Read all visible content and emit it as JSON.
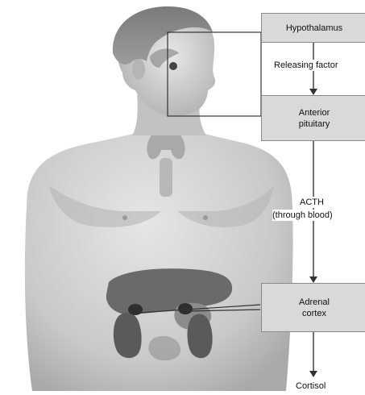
{
  "diagram": {
    "nodes": {
      "hypothalamus": "Hypothalamus",
      "anterior_pituitary_line1": "Anterior",
      "anterior_pituitary_line2": "pituitary",
      "adrenal_cortex_line1": "Adrenal",
      "adrenal_cortex_line2": "cortex"
    },
    "edges": {
      "releasing_factor": "Releasing factor",
      "acth_line1": "ACTH",
      "acth_line2": "(through blood)",
      "cortisol": "Cortisol"
    }
  },
  "colors": {
    "box_fill": "#d9d9d9",
    "box_border": "#8a8a8a",
    "line": "#333333",
    "organ": "#6a6a6a",
    "body_shade": "#c8c8c8"
  }
}
